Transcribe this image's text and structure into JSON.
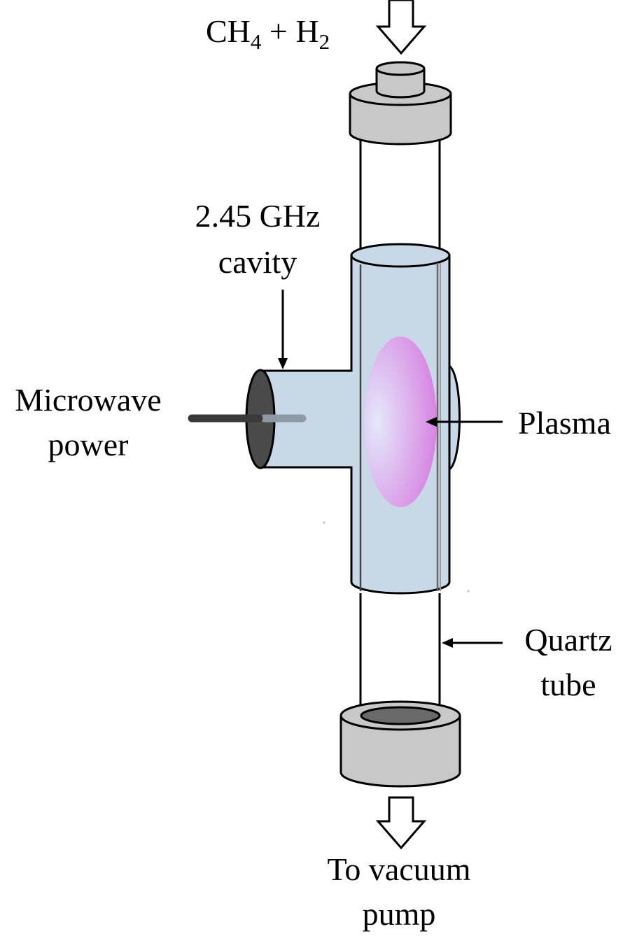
{
  "labels": {
    "gas_inlet": {
      "part1": "CH",
      "sub1": "4",
      "part2": " + H",
      "sub2": "2"
    },
    "cavity": {
      "line1": "2.45 GHz",
      "line2": "cavity"
    },
    "microwave": {
      "line1": "Microwave",
      "line2": "power"
    },
    "plasma": "Plasma",
    "quartz": {
      "line1": "Quartz",
      "line2": "tube"
    },
    "vacuum": {
      "line1": "To vacuum",
      "line2": "pump"
    }
  },
  "colors": {
    "cavity_fill": "#c9d8e6",
    "cap_fill": "#c8c8c8",
    "cap_inner": "#6a6a6a",
    "antenna_dark": "#3a3a3a",
    "antenna_light": "#8d9aa6",
    "plasma_edge": "#d67ee0",
    "plasma_core": "#e4e8fb",
    "stroke": "#000000"
  }
}
